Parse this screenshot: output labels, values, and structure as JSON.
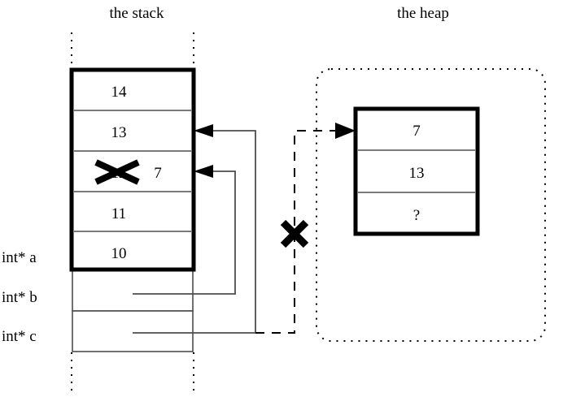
{
  "figure": {
    "titles": {
      "stack": "the stack",
      "heap": "the heap"
    }
  },
  "stack": {
    "frame_cells": [
      {
        "value": "14"
      },
      {
        "value": "13"
      },
      {
        "value": "12",
        "struck": true,
        "new_value": "7"
      },
      {
        "value": "11"
      },
      {
        "value": "10"
      }
    ],
    "variables": [
      {
        "label": "int* a"
      },
      {
        "label": "int* b"
      },
      {
        "label": "int* c"
      }
    ]
  },
  "heap": {
    "cells": [
      {
        "value": "7"
      },
      {
        "value": "13"
      },
      {
        "value": "?"
      }
    ]
  },
  "marks": {
    "strike_old_value": "×",
    "broken_pointer": "×"
  },
  "colors": {
    "ink": "#000000",
    "thin_rule": "#4d4d4d",
    "background": "#ffffff"
  }
}
